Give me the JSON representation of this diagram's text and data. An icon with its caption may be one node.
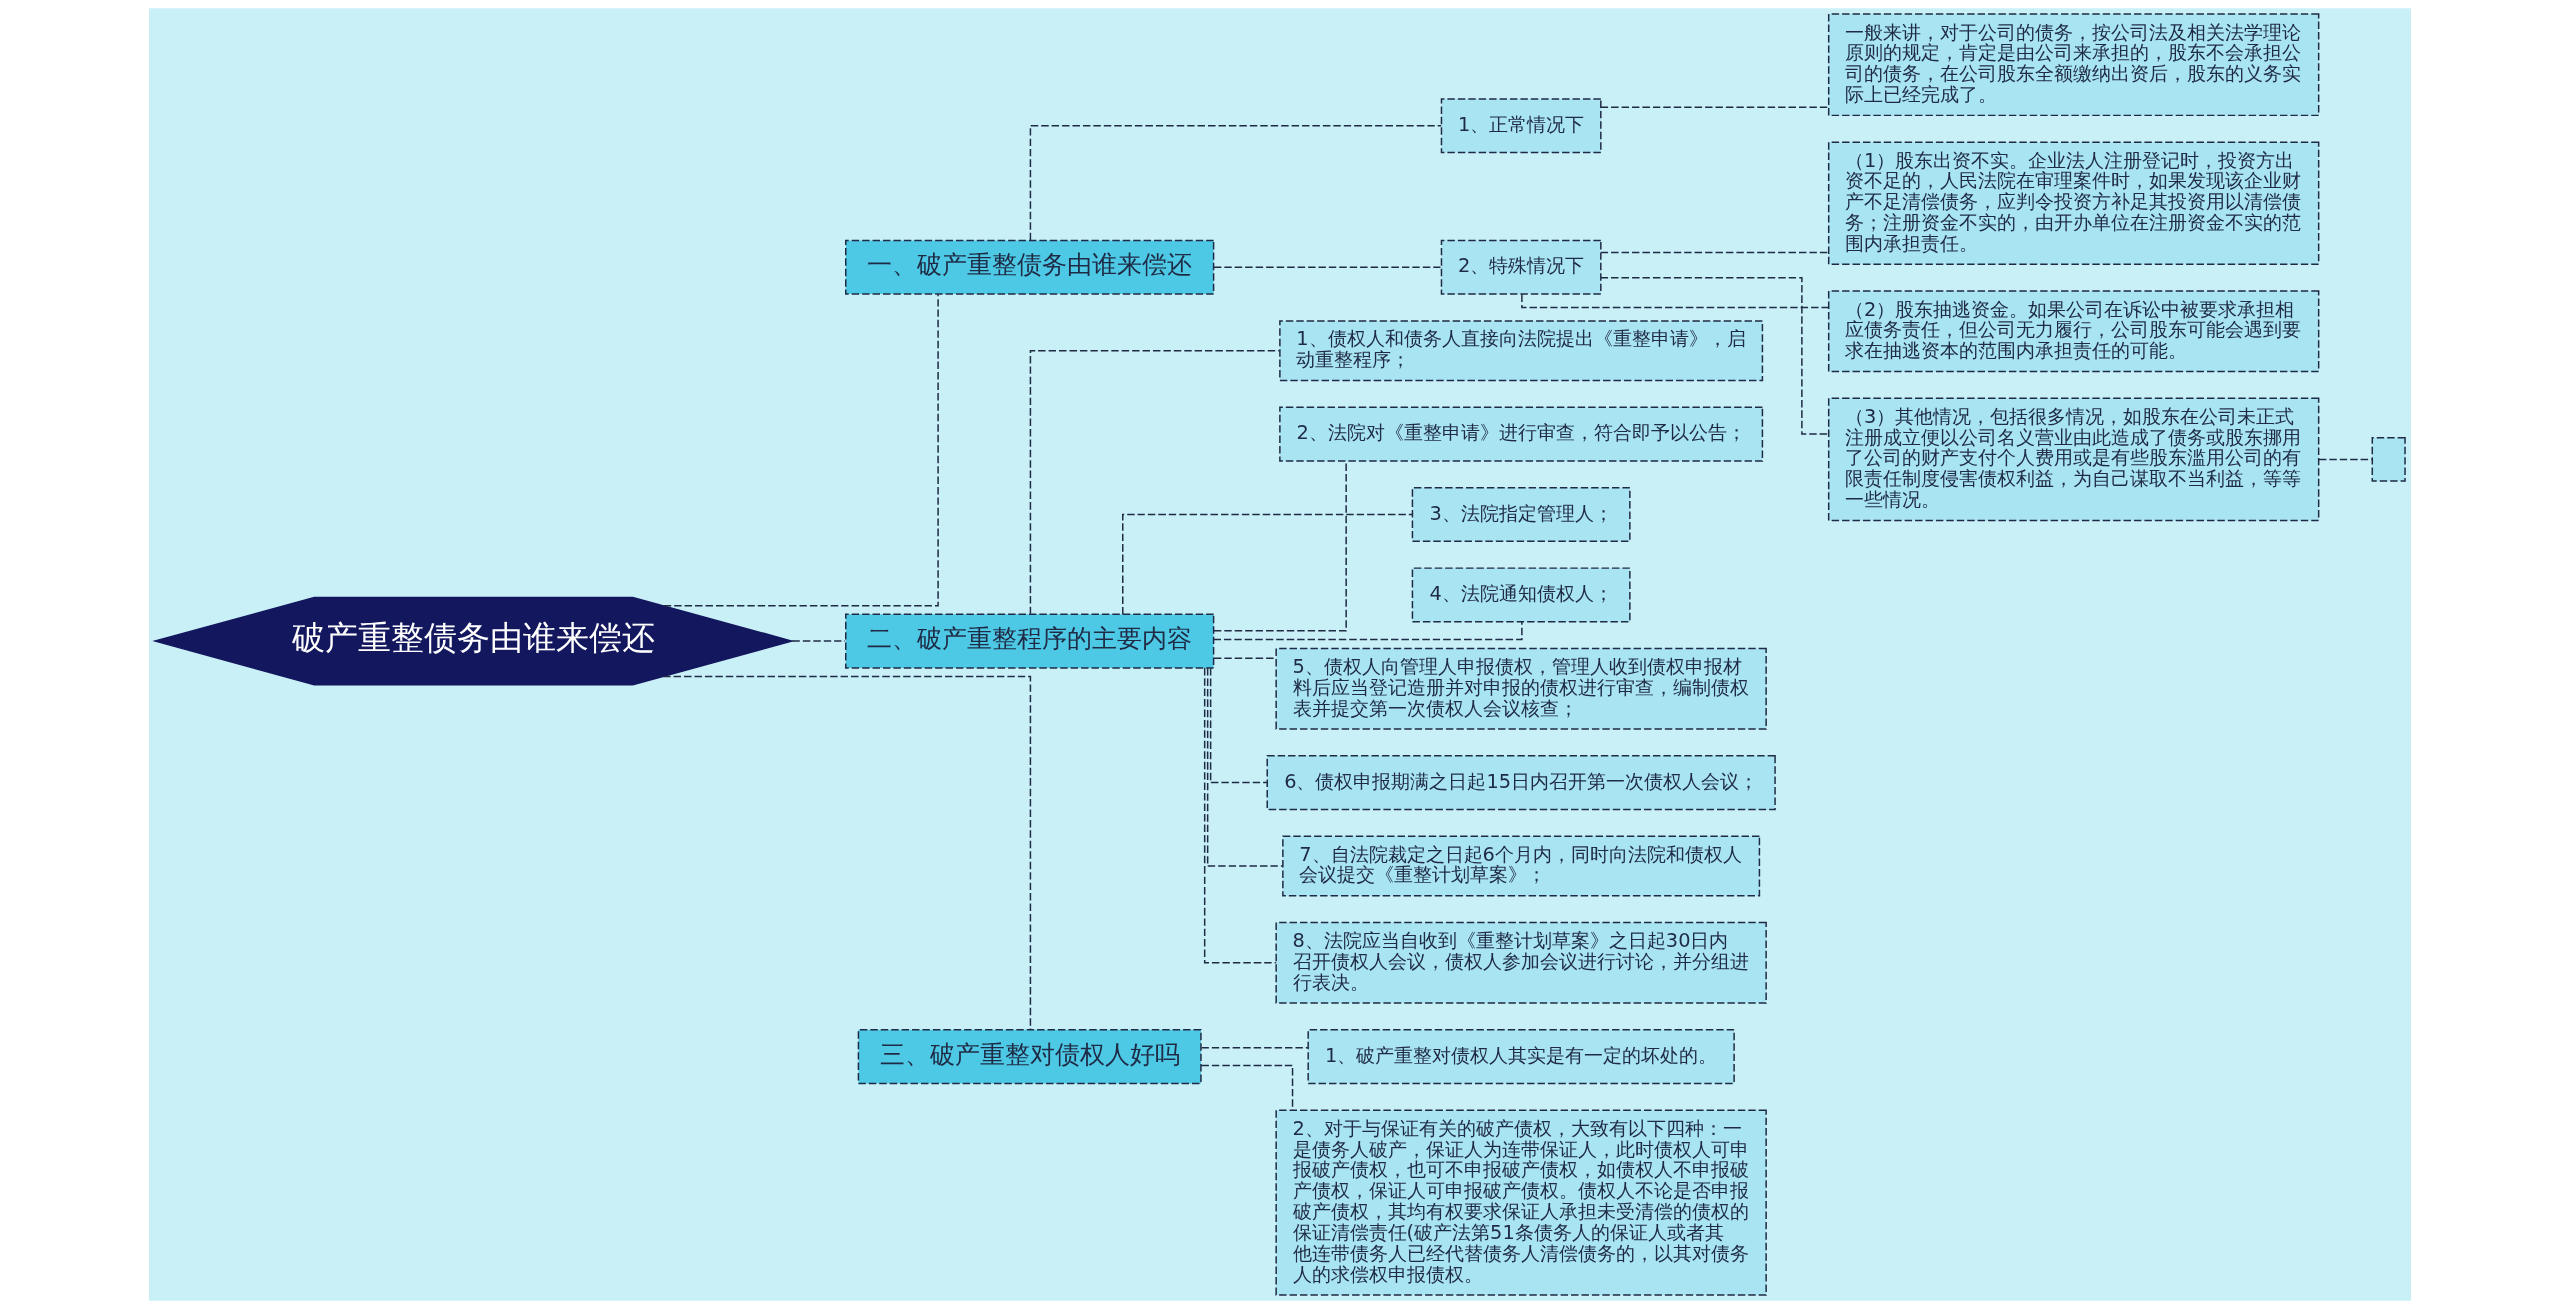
{
  "diagram": {
    "nodes": [
      {
        "text": [
          "破产重整债务由谁来偿还"
        ]
      },
      {
        "text": [
          "一、破产重整债务由谁来偿还"
        ]
      },
      {
        "text": [
          "1、正常情况下"
        ]
      },
      {
        "text": [
          "一般来讲，对于公司的债务，按公司法及相关法学理论原则的规定，肯定是由公司来承担的，股东不会承担公司的债务，在公司股东全额缴纳出资后，股东的义务实际上已经完成了。"
        ]
      },
      {
        "text": [
          "2、特殊情况下"
        ]
      },
      {
        "text": [
          "（1）股东出资不实。企业法人注册登记时，投资方出资不足的，人民法院在审理案件时，如果发现该企业财产不足清偿债务，应判令投资方补足其投资用以清偿债务；注册资金不实的，由开办单位在注册资金不实的范围内承担责任。"
        ]
      },
      {
        "text": [
          "（2）股东抽逃资金。如果公司在诉讼中被要求承担相应债务责任，但公司无力履行，公司股东可能会遇到要求在抽逃资本的范围内承担责任的可能。"
        ]
      },
      {
        "text": [
          "（3）其他情况，包括很多情况，如股东在公司未正式注册成立便以公司名义营业由此造成了债务或股东挪用了公司的财产支付个人费用或是有些股东滥用公司的有限责任制度侵害债权利益，为自己谋取不当利益，等等一些情况。"
        ]
      },
      {
        "text": [],
        "shape": "box"
      },
      {
        "text": [
          "二、破产重整程序的主要内容"
        ]
      },
      {
        "text": [
          "1、债权人和债务人直接向法院提出《重整申请》，启动重整程序；"
        ]
      },
      {
        "text": [
          "2、法院对《重整申请》进行审查，符合即予以公告；"
        ]
      },
      {
        "text": [
          "3、法院指定管理人；"
        ]
      },
      {
        "text": [
          "4、法院通知债权人；"
        ]
      },
      {
        "text": [
          "5、债权人向管理人申报债权，管理人收到债权申报材料后应当登记造册并对申报的债权进行审查，编制债权表并提交第一次债权人会议核查；"
        ]
      },
      {
        "text": [
          "6、债权申报期满之日起15日内召开第一次债权人会议；"
        ]
      },
      {
        "text": [
          "7、自法院裁定之日起6个月内，同时向法院和债权人会议提交《重整计划草案》；"
        ]
      },
      {
        "text": [
          "8、法院应当自收到《重整计划草案》之日起30日内召开债权人会议，债权人参加会议进行讨论，并分组进行表决。"
        ]
      },
      {
        "text": [
          "三、破产重整对债权人好吗"
        ]
      },
      {
        "text": [
          "1、破产重整对债权人其实是有一定的坏处的。"
        ]
      },
      {
        "text": [
          "2、对于与保证有关的破产债权，大致有以下四种：一是债务人破产，保证人为连带保证人，此时债权人可申报破产债权，也可不申报破产债权，如债权人不申报破产债权，保证人可申报破产债权。债权人不论是否申报破产债权，其均有权要求保证人承担未受清偿的债权的保证清偿责任(破产法第51条债务人的保证人或者其他连带债务人已经代替债务人清偿债务的，以其对债务人的求偿权申报债权。"
        ]
      }
    ],
    "edges": [
      {
        "from": 0,
        "to": 1,
        "arrow": "none",
        "style": "dashed"
      },
      {
        "from": 1,
        "to": 2,
        "arrow": "none",
        "style": "dashed"
      },
      {
        "from": 2,
        "to": 3,
        "arrow": "none",
        "style": "dashed"
      },
      {
        "from": 1,
        "to": 4,
        "arrow": "none",
        "style": "dashed"
      },
      {
        "from": 4,
        "to": 5,
        "arrow": "none",
        "style": "dashed"
      },
      {
        "from": 4,
        "to": 6,
        "arrow": "none",
        "style": "dashed"
      },
      {
        "from": 4,
        "to": 7,
        "arrow": "none",
        "style": "dashed"
      },
      {
        "from": 7,
        "to": 8,
        "arrow": "none",
        "style": "dashed"
      },
      {
        "from": 0,
        "to": 9,
        "arrow": "none",
        "style": "dashed"
      },
      {
        "from": 9,
        "to": 10,
        "arrow": "none",
        "style": "dashed"
      },
      {
        "from": 9,
        "to": 11,
        "arrow": "none",
        "style": "dashed"
      },
      {
        "from": 9,
        "to": 12,
        "arrow": "none",
        "style": "dashed"
      },
      {
        "from": 9,
        "to": 13,
        "arrow": "none",
        "style": "dashed"
      },
      {
        "from": 9,
        "to": 14,
        "arrow": "none",
        "style": "dashed"
      },
      {
        "from": 9,
        "to": 15,
        "arrow": "none",
        "style": "dashed"
      },
      {
        "from": 9,
        "to": 16,
        "arrow": "none",
        "style": "dashed"
      },
      {
        "from": 9,
        "to": 17,
        "arrow": "none",
        "style": "dashed"
      },
      {
        "from": 0,
        "to": 18,
        "arrow": "none",
        "style": "dashed"
      },
      {
        "from": 18,
        "to": 19,
        "arrow": "none",
        "style": "dashed"
      },
      {
        "from": 18,
        "to": 20,
        "arrow": "none",
        "style": "dashed"
      }
    ]
  }
}
